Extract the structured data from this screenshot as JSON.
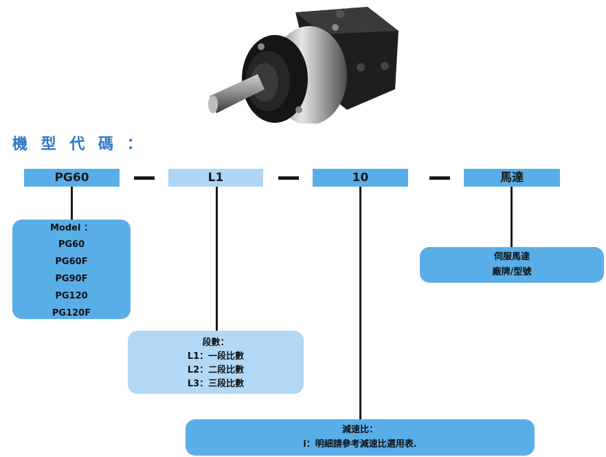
{
  "title": "機 型 代 碼 ：",
  "codes": [
    "PG60",
    "L1",
    "10",
    "馬達"
  ],
  "model_box": {
    "heading": "Model ：",
    "items": [
      "PG60",
      "PG60F",
      "PG90F",
      "PG120",
      "PG120F"
    ]
  },
  "stage_box": {
    "heading": "段數：",
    "items": [
      "L1：一段比數",
      "L2：二段比數",
      "L3：三段比數"
    ]
  },
  "ratio_box": {
    "heading": "減速比：",
    "note": "i：明細請參考減速比選用表."
  },
  "motor_box": {
    "line1": "伺服馬達",
    "line2": "廠牌/型號"
  },
  "colors": {
    "accent_blue": "#5aaee8",
    "light_blue": "#aed6f4",
    "title_blue": "#2a78c4"
  }
}
